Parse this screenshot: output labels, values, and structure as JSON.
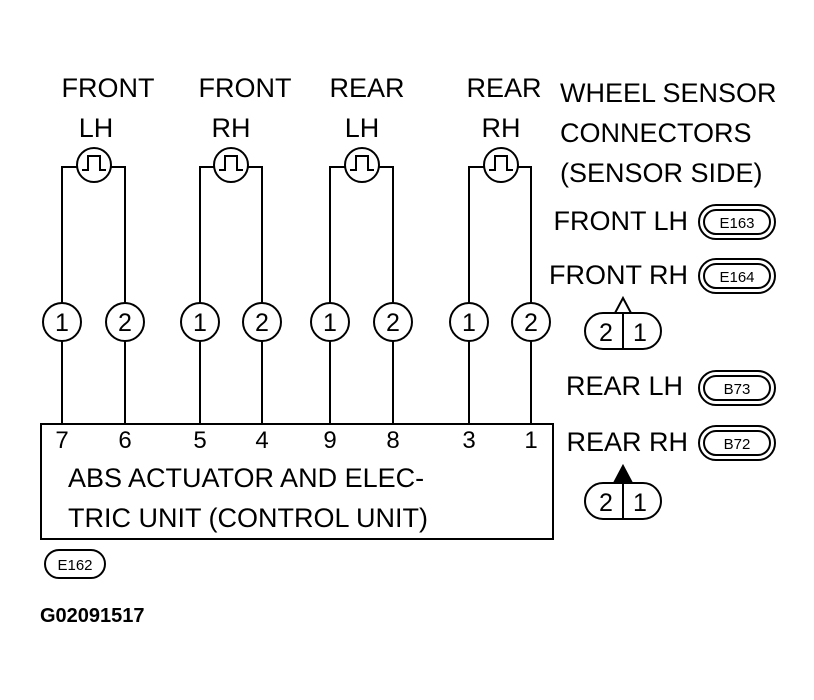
{
  "sensors": [
    {
      "line1": "FRONT",
      "line2": "LH"
    },
    {
      "line1": "FRONT",
      "line2": "RH"
    },
    {
      "line1": "REAR",
      "line2": "LH"
    },
    {
      "line1": "REAR",
      "line2": "RH"
    }
  ],
  "terminal_labels": [
    "1",
    "2",
    "1",
    "2",
    "1",
    "2",
    "1",
    "2"
  ],
  "unit_pins": [
    "7",
    "6",
    "5",
    "4",
    "9",
    "8",
    "3",
    "1"
  ],
  "unit": {
    "line1": "ABS ACTUATOR AND ELEC-",
    "line2": "TRIC UNIT (CONTROL UNIT)"
  },
  "unit_connector": "E162",
  "legend": {
    "title": [
      "WHEEL SENSOR",
      "CONNECTORS",
      "(SENSOR SIDE)"
    ],
    "connectors": [
      {
        "label": "FRONT LH",
        "code": "E163"
      },
      {
        "label": "FRONT RH",
        "code": "E164"
      },
      {
        "label": "REAR LH",
        "code": "B73"
      },
      {
        "label": "REAR RH",
        "code": "B72"
      }
    ],
    "front_face_pins": [
      "2",
      "1"
    ],
    "rear_face_pins": [
      "2",
      "1"
    ]
  },
  "figure_id": "G02091517"
}
